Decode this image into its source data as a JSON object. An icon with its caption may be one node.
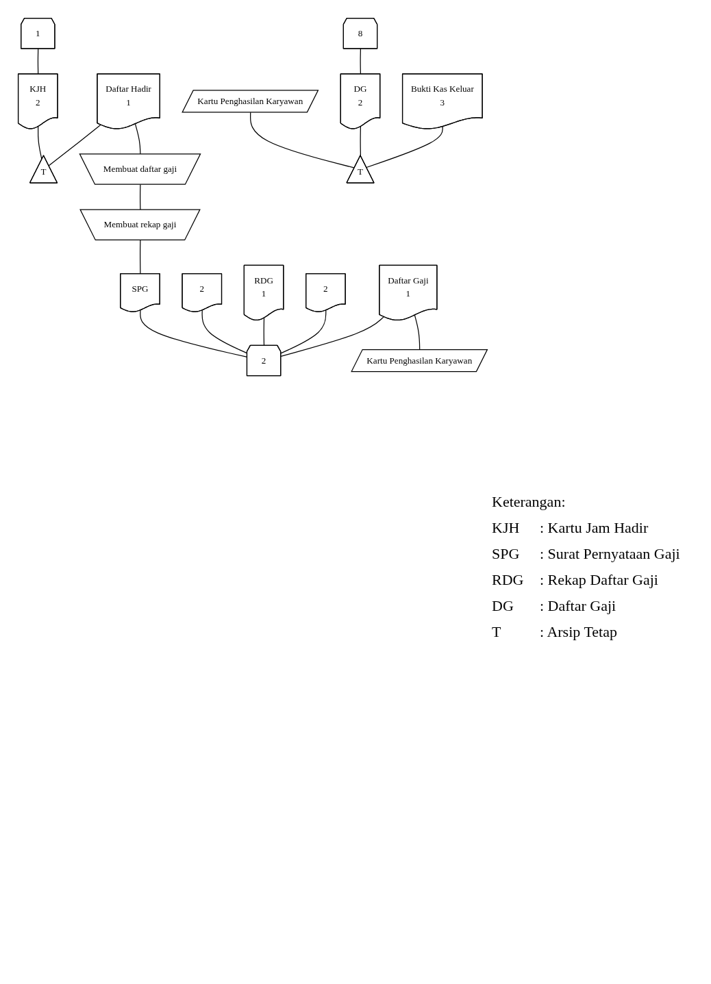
{
  "diagram": {
    "nodes": [
      {
        "text": [
          "1"
        ]
      },
      {
        "text": [
          "KJH",
          "2"
        ]
      },
      {
        "text": [
          "Daftar Hadir",
          "1"
        ]
      },
      {
        "text": [
          "T"
        ]
      },
      {
        "text": [
          "Membuat daftar gaji"
        ]
      },
      {
        "text": [
          "Membuat rekap gaji"
        ]
      },
      {
        "text": [
          "SPG"
        ]
      },
      {
        "text": [
          "2"
        ]
      },
      {
        "text": [
          "RDG",
          "1"
        ]
      },
      {
        "text": [
          "2"
        ]
      },
      {
        "text": [
          "Daftar Gaji",
          "1"
        ]
      },
      {
        "text": [
          "Kartu Penghasilan Karyawan"
        ]
      },
      {
        "text": [
          "2"
        ]
      },
      {
        "text": [
          "8"
        ]
      },
      {
        "text": [
          "Kartu Penghasilan Karyawan"
        ]
      },
      {
        "text": [
          "DG",
          "2"
        ]
      },
      {
        "text": [
          "Bukti Kas Keluar",
          "3"
        ]
      },
      {
        "text": [
          "T"
        ]
      }
    ],
    "edges": [
      {
        "from": 0,
        "to": 1,
        "arrow": "none"
      },
      {
        "from": 1,
        "to": 3,
        "arrow": "none"
      },
      {
        "from": 2,
        "to": 3,
        "arrow": "none"
      },
      {
        "from": 2,
        "to": 4,
        "arrow": "none"
      },
      {
        "from": 4,
        "to": 5,
        "arrow": "none"
      },
      {
        "from": 5,
        "to": 6,
        "arrow": "none"
      },
      {
        "from": 10,
        "to": 11,
        "arrow": "none"
      },
      {
        "from": 6,
        "to": 12,
        "arrow": "none"
      },
      {
        "from": 7,
        "to": 12,
        "arrow": "none"
      },
      {
        "from": 8,
        "to": 12,
        "arrow": "none"
      },
      {
        "from": 9,
        "to": 12,
        "arrow": "none"
      },
      {
        "from": 10,
        "to": 12,
        "arrow": "none"
      },
      {
        "from": 13,
        "to": 15,
        "arrow": "none"
      },
      {
        "from": 14,
        "to": 17,
        "arrow": "none"
      },
      {
        "from": 15,
        "to": 17,
        "arrow": "none"
      },
      {
        "from": 16,
        "to": 17,
        "arrow": "none"
      }
    ],
    "labels": [
      "Keterangan:",
      "KJH",
      ": Kartu Jam Hadir",
      "SPG",
      ": Surat Pernyataan Gaji",
      "RDG",
      ": Rekap Daftar Gaji",
      "DG",
      ": Daftar Gaji",
      "T",
      ": Arsip Tetap"
    ]
  }
}
